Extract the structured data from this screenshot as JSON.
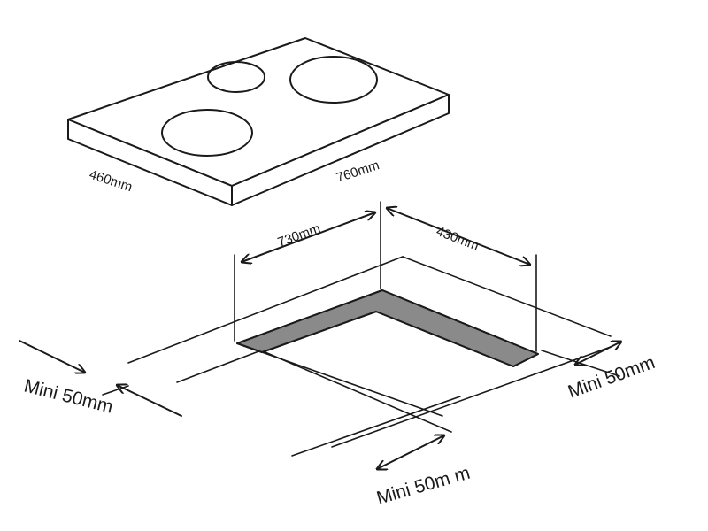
{
  "hob": {
    "depth_label": "460mm",
    "width_label": "760mm"
  },
  "cutout": {
    "width_label": "730mm",
    "depth_label": "430mm",
    "recess_color": "#8a8a8a"
  },
  "clearances": {
    "left_label": "Mini 50mm",
    "right_label": "Mini 50mm",
    "front_label": "Mini 50m m"
  }
}
